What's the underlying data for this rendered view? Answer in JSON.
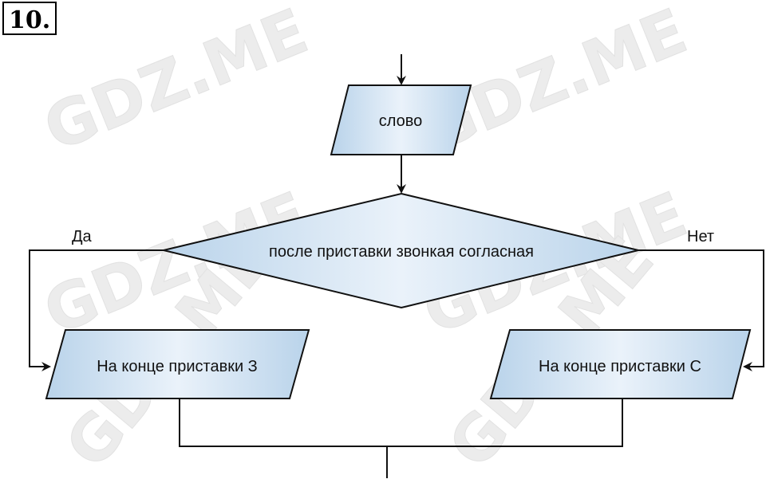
{
  "task_number": "10.",
  "watermark": "GDZ.ME",
  "colors": {
    "shape_fill_light": "#eaf2fa",
    "shape_fill_dark": "#b9d3ea",
    "stroke": "#111111"
  },
  "flowchart": {
    "input": "слово",
    "decision": "после приставки звонкая согласная",
    "yes_label": "Да",
    "no_label": "Нет",
    "yes_output": "На конце приставки З",
    "no_output": "На конце приставки С"
  }
}
